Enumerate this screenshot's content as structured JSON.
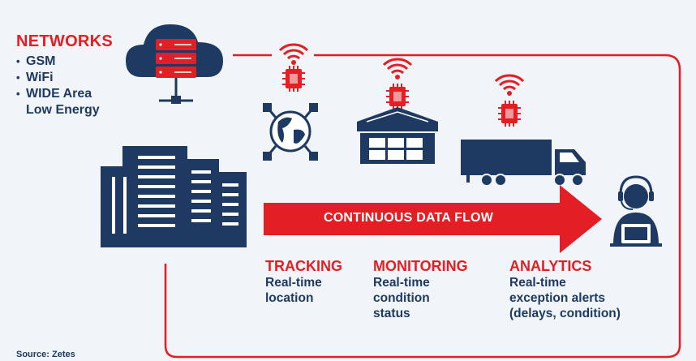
{
  "networks": {
    "title": "NETWORKS",
    "items": [
      "GSM",
      "WiFi",
      "WIDE Area",
      "Low Energy"
    ]
  },
  "flow": {
    "label": "CONTINUOUS DATA FLOW"
  },
  "columns": [
    {
      "title": "TRACKING",
      "lines": [
        "Real-time",
        "location"
      ]
    },
    {
      "title": "MONITORING",
      "lines": [
        "Real-time",
        "condition",
        "status"
      ]
    },
    {
      "title": "ANALYTICS",
      "lines": [
        "Real-time",
        "exception alerts",
        "(delays, condition)"
      ]
    }
  ],
  "source": "Source: Zetes",
  "colors": {
    "accent": "#e31e24",
    "navy": "#1e3a63",
    "background": "#f1f4f8"
  },
  "icons": [
    "cloud-server-icon",
    "chip-icon",
    "globe-network-icon",
    "warehouse-icon",
    "truck-icon",
    "office-buildings-icon",
    "support-agent-icon",
    "wifi-icon"
  ]
}
